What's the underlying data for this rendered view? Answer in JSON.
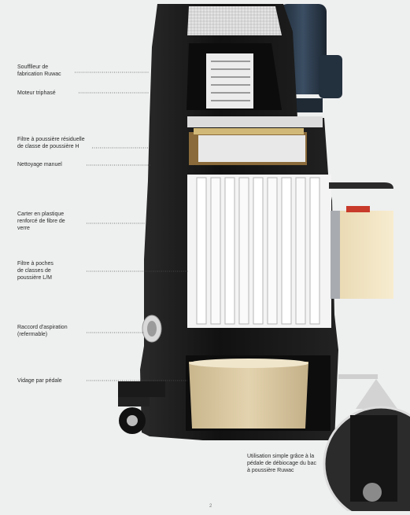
{
  "labels": {
    "blower": [
      "Soufflleur de",
      "fabrication Ruwac"
    ],
    "motor": [
      "Moteur triphasé"
    ],
    "residual_filter": [
      "Filtre à poussière résiduelle",
      "de classe de poussière H"
    ],
    "manual_cleaning": [
      "Nettoyage manuel"
    ],
    "housing": [
      "Carter en plastique",
      "renforcé de fibre de",
      "verre"
    ],
    "bag_filter": [
      "Filtre à poches",
      "de classes de",
      "poussière L/M"
    ],
    "suction_inlet": [
      "Raccord d'aspiration",
      "(refermable)"
    ],
    "pedal_emptying": [
      "Vidage par pédale"
    ]
  },
  "note": [
    "Utilisation simple grâce à la",
    "pédale de débiocage du bac",
    "à poussière Ruwac"
  ],
  "page_number": "2",
  "colors": {
    "background": "#eeefef",
    "body": "#161616",
    "motor": "#2a3848",
    "bin": "#d9c7a0",
    "box": "#f1e3be",
    "text": "#2b2b2b"
  }
}
